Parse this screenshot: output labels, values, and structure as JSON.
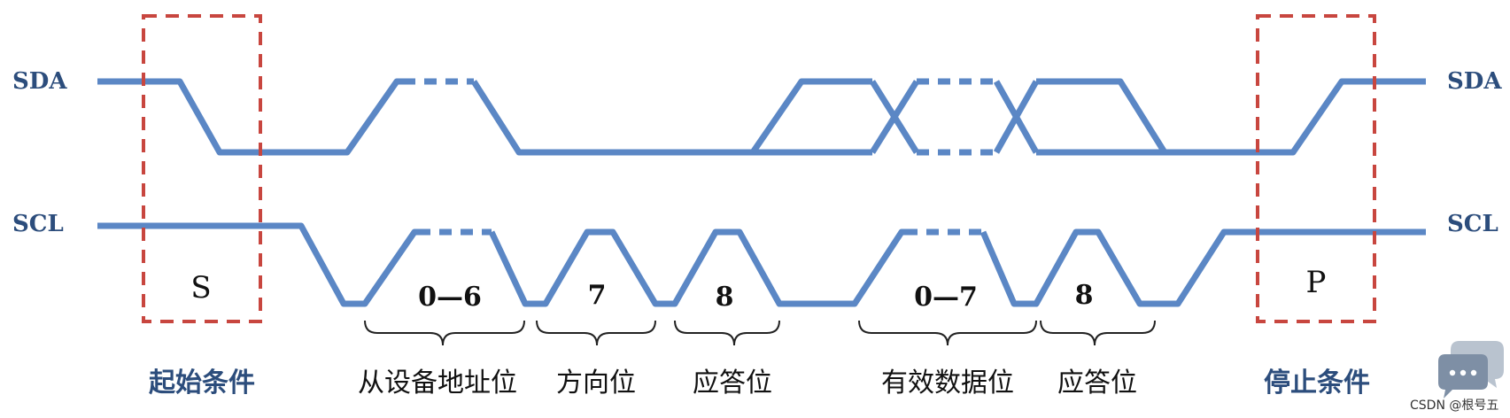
{
  "signals": {
    "sda_left": "SDA",
    "scl_left": "SCL",
    "sda_right": "SDA",
    "scl_right": "SCL"
  },
  "boxes": {
    "start_letter": "S",
    "stop_letter": "P"
  },
  "bits": {
    "address_range": "0—6",
    "direction": "7",
    "ack_1": "8",
    "data_range": "0—7",
    "ack_2": "8"
  },
  "captions": {
    "start": "起始条件",
    "address": "从设备地址位",
    "direction": "方向位",
    "ack_1": "应答位",
    "data": "有效数据位",
    "ack_2": "应答位",
    "stop": "停止条件"
  },
  "watermark": "CSDN @根号五",
  "colors": {
    "wave": "#5b87c5",
    "box": "#c8463f",
    "label_blue": "#2c4d7c"
  }
}
